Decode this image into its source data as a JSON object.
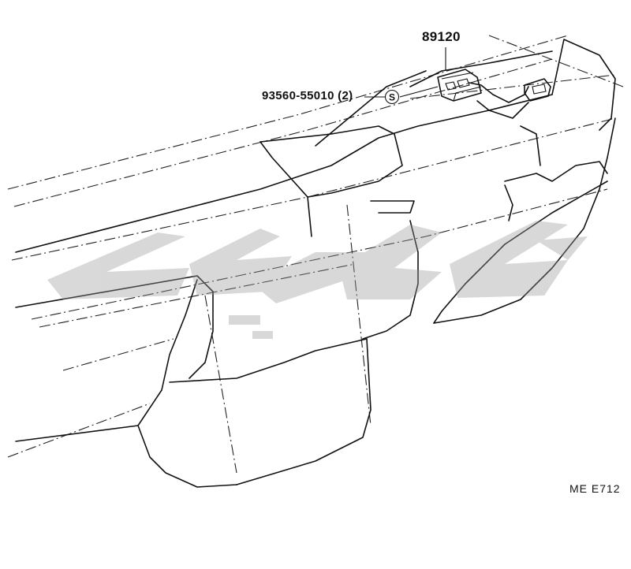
{
  "diagram": {
    "part_number_main": "89120",
    "part_number_fastener": "93560-55010 (2)",
    "fastener_symbol": "S",
    "reference_code": "ME  E712"
  },
  "colors": {
    "line": "#111111",
    "watermark": "#b9b9b9",
    "background": "#ffffff"
  }
}
